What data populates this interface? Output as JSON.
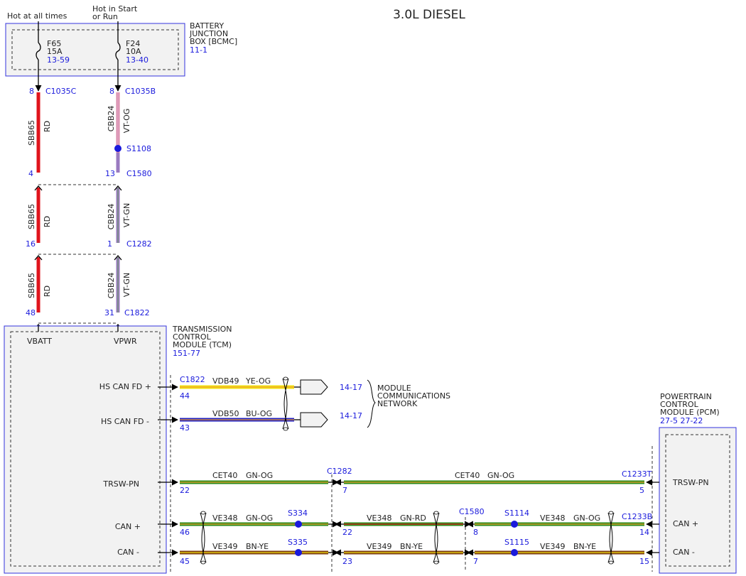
{
  "title": "3.0L DIESEL",
  "power_labels": {
    "hot_at_all_times": "Hot at all times",
    "hot_in_start_l1": "Hot in Start",
    "hot_in_start_l2": "or Run"
  },
  "bjb": {
    "name_l1": "BATTERY",
    "name_l2": "JUNCTION",
    "name_l3": "BOX [BCMC]",
    "ref": "11-1",
    "fuses": [
      {
        "id": "F65",
        "rating": "15A",
        "ref": "13-59"
      },
      {
        "id": "F24",
        "rating": "10A",
        "ref": "13-40"
      }
    ]
  },
  "left_columns": {
    "c1": {
      "circuit": "SBB65",
      "seg1_color": "RD",
      "seg2_color": "RD",
      "seg3_color": "RD",
      "pin_c1035c": "8",
      "pin_c1580": "4",
      "pin_c1282": "16",
      "pin_c1822": "48"
    },
    "c2": {
      "circuit": "CBB24",
      "seg1_color": "VT-OG",
      "seg2_color": "VT-GN",
      "seg3_color": "VT-GN",
      "pin_c1035b": "8",
      "pin_c1580": "13",
      "pin_c1282": "1",
      "pin_c1822": "31"
    },
    "connectors": {
      "c1035c": "C1035C",
      "c1035b": "C1035B",
      "c1580": "C1580",
      "c1282": "C1282",
      "c1822": "C1822",
      "s1108": "S1108"
    }
  },
  "tcm": {
    "name_l1": "TRANSMISSION",
    "name_l2": "CONTROL",
    "name_l3": "MODULE (TCM)",
    "ref": "151-77",
    "pins": {
      "vbatt": "VBATT",
      "vpwr": "VPWR",
      "hs_can_fd_plus": "HS CAN FD +",
      "hs_can_fd_minus": "HS CAN FD -",
      "trsw_pn": "TRSW-PN",
      "can_plus": "CAN +",
      "can_minus": "CAN -"
    }
  },
  "network": {
    "connector": "C1822",
    "pin_top": "44",
    "pin_bottom": "43",
    "wire_top": {
      "circuit": "VDB49",
      "color": "YE-OG"
    },
    "wire_bottom": {
      "circuit": "VDB50",
      "color": "BU-OG"
    },
    "ref_top": "14-17",
    "ref_bottom": "14-17",
    "label_l1": "MODULE",
    "label_l2": "COMMUNICATIONS",
    "label_l3": "NETWORK"
  },
  "pcm": {
    "name_l1": "POWERTRAIN",
    "name_l2": "CONTROL",
    "name_l3": "MODULE (PCM)",
    "ref": "27-5   27-22",
    "pins": {
      "trsw_pn": "TRSW-PN",
      "can_plus": "CAN +",
      "can_minus": "CAN -"
    }
  },
  "bottom_wires": {
    "trsw": {
      "circuit": "CET40",
      "color": "GN-OG",
      "pin_tcm": "22",
      "pin_c1282": "7",
      "pin_pcm": "5",
      "c1282": "C1282",
      "c1233t": "C1233T"
    },
    "can_plus": {
      "circuit": "VE348",
      "color1": "GN-OG",
      "color2": "GN-RD",
      "color3": "GN-OG",
      "pin_tcm": "46",
      "pin_c1282": "22",
      "pin_c1580": "8",
      "pin_pcm": "14",
      "s334": "S334",
      "c1580": "C1580",
      "s1114": "S1114",
      "c1233b": "C1233B"
    },
    "can_minus": {
      "circuit": "VE349",
      "color": "BN-YE",
      "pin_tcm": "45",
      "pin_c1282": "23",
      "pin_c1580": "7",
      "pin_pcm": "15",
      "s335": "S335",
      "s1115": "S1115"
    }
  },
  "colors": {
    "red": "#e0141c",
    "violet": "#9a7ac0",
    "yellow": "#f0e010",
    "blue": "#2020c0",
    "green": "#2a8a1a",
    "orange": "#f0a030",
    "brown": "#7a3a10",
    "connector_blue": "#1a1adc"
  }
}
